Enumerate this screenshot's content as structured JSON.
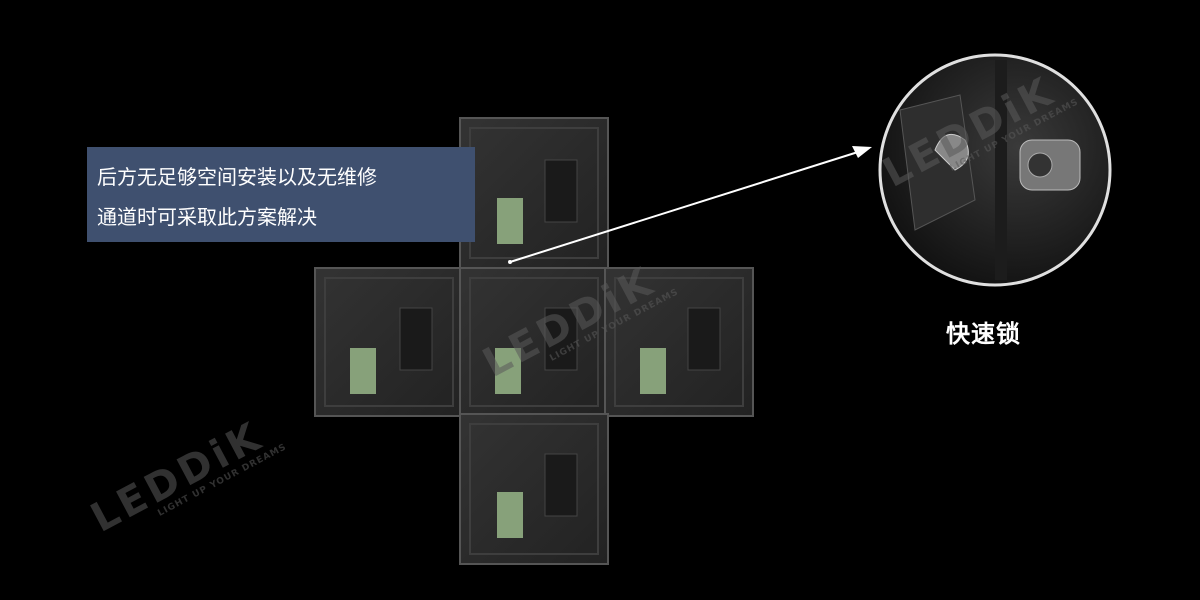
{
  "callout": {
    "line1": "后方无足够空间安装以及无维修",
    "line2": "通道时可采取此方案解决"
  },
  "lock_label": "快速锁",
  "watermark": {
    "brand": "LEDDiK",
    "tagline": "LIGHT UP YOUR DREAMS"
  },
  "colors": {
    "background": "#000000",
    "callout_bg": "#3f506f",
    "panel": "#2b2b2b",
    "panel_edge": "#4a4a4a",
    "module_green": "#9fbf8f"
  }
}
